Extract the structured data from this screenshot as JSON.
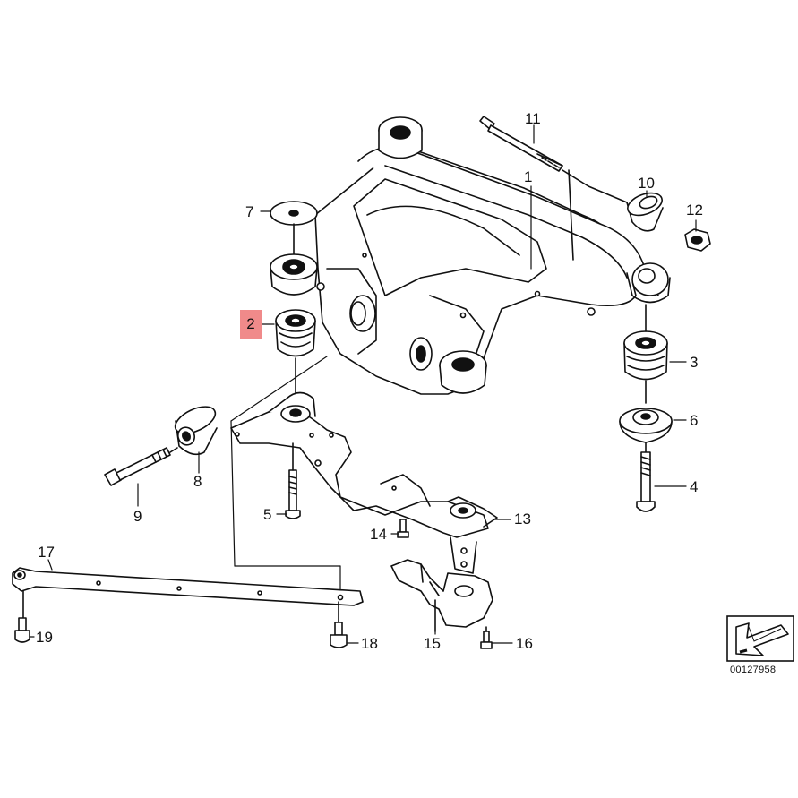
{
  "diagram": {
    "reference_number": "00127958",
    "highlighted_callout": "2",
    "callouts": [
      {
        "id": "1",
        "text": "1"
      },
      {
        "id": "2",
        "text": "2"
      },
      {
        "id": "3",
        "text": "3"
      },
      {
        "id": "4",
        "text": "4"
      },
      {
        "id": "5",
        "text": "5"
      },
      {
        "id": "6",
        "text": "6"
      },
      {
        "id": "7",
        "text": "7"
      },
      {
        "id": "8",
        "text": "8"
      },
      {
        "id": "9",
        "text": "9"
      },
      {
        "id": "10",
        "text": "10"
      },
      {
        "id": "11",
        "text": "11"
      },
      {
        "id": "12",
        "text": "12"
      },
      {
        "id": "13",
        "text": "13"
      },
      {
        "id": "14",
        "text": "14"
      },
      {
        "id": "15",
        "text": "15"
      },
      {
        "id": "16",
        "text": "16"
      },
      {
        "id": "17",
        "text": "17"
      },
      {
        "id": "18",
        "text": "18"
      },
      {
        "id": "19",
        "text": "19"
      }
    ],
    "colors": {
      "highlight": "#f08a8a",
      "line": "#111111",
      "fill": "#ffffff"
    }
  }
}
